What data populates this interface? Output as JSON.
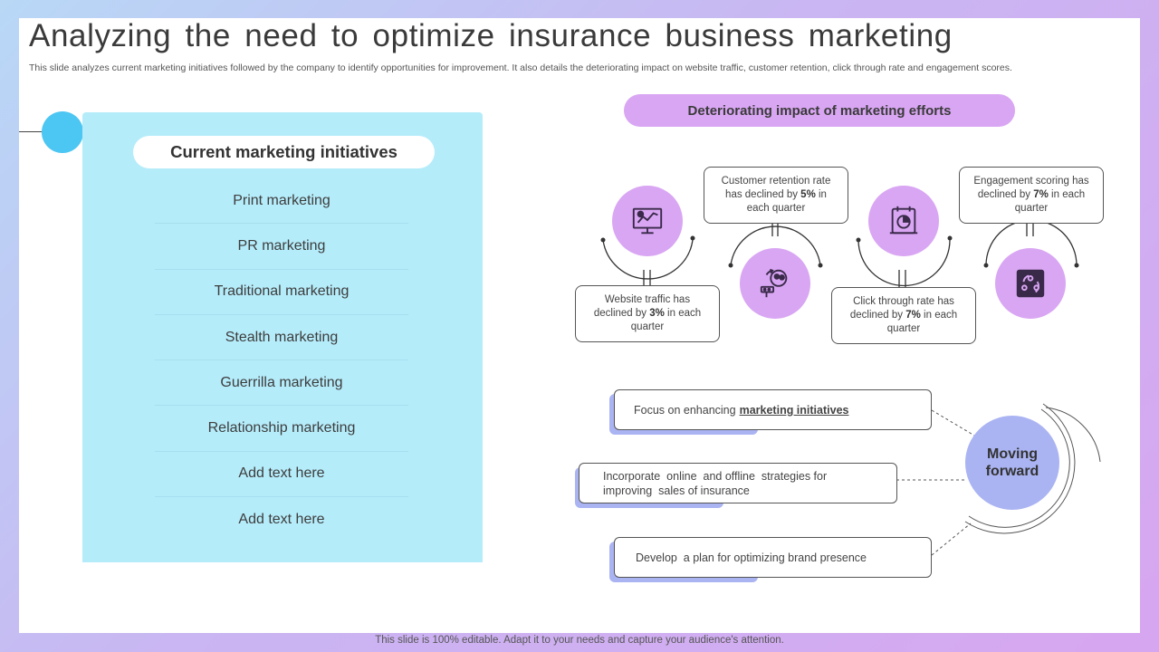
{
  "title": "Analyzing the need to optimize insurance business marketing",
  "subtitle": "This slide analyzes current marketing initiatives followed by the company to identify opportunities for improvement. It also details the deteriorating impact on website traffic, customer retention, click through rate and engagement scores.",
  "left": {
    "header": "Current marketing initiatives",
    "items": [
      "Print marketing",
      "PR marketing",
      "Traditional marketing",
      "Stealth marketing",
      "Guerrilla marketing",
      "Relationship marketing",
      "Add text here",
      "Add text here"
    ]
  },
  "impact": {
    "header": "Deteriorating impact of marketing efforts",
    "stats": [
      {
        "pre": "Website traffic has declined by ",
        "value": "3%",
        "post": " in each quarter",
        "icon": "presentation-chart-icon"
      },
      {
        "pre": "Customer retention rate has declined by ",
        "value": "5%",
        "post": " in each quarter",
        "icon": "customer-exchange-icon"
      },
      {
        "pre": "Click through rate has declined by ",
        "value": "7%",
        "post": " in each quarter",
        "icon": "pie-chart-calendar-icon"
      },
      {
        "pre": "Engagement scoring has declined by ",
        "value": "7%",
        "post": " in each quarter",
        "icon": "network-cycle-icon"
      }
    ]
  },
  "forward": {
    "label": "Moving forward",
    "actions": [
      {
        "text": "Focus on enhancing",
        "emphasis": "marketing initiatives"
      },
      {
        "text": "Incorporate  online  and offline  strategies for improving  sales of insurance",
        "emphasis": ""
      },
      {
        "text": "Develop  a plan for optimizing brand presence",
        "emphasis": ""
      }
    ]
  },
  "footer": "This slide is 100% editable. Adapt it to your needs and capture your audience's attention.",
  "colors": {
    "panel": "#b5ecfa",
    "accent_circle": "#4cc6f2",
    "purple": "#d9a6f3",
    "periwinkle": "#aab4f2"
  }
}
